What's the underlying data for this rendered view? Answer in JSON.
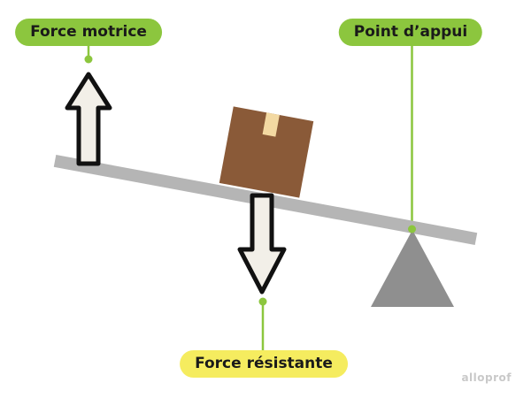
{
  "diagram": {
    "labels": {
      "force_motrice": "Force motrice",
      "point_appui": "Point d’appui",
      "force_resistante": "Force résistante"
    },
    "watermark": "alloprof",
    "colors": {
      "green": "#8cc63e",
      "yellow": "#f5ec5f",
      "beam_gray": "#b5b5b5",
      "fulcrum_gray": "#8f8f8f",
      "box_brown": "#8a5a38",
      "tape_tan": "#f3d9a2",
      "arrow_fill": "#f2efe8",
      "outline": "#111111"
    }
  }
}
